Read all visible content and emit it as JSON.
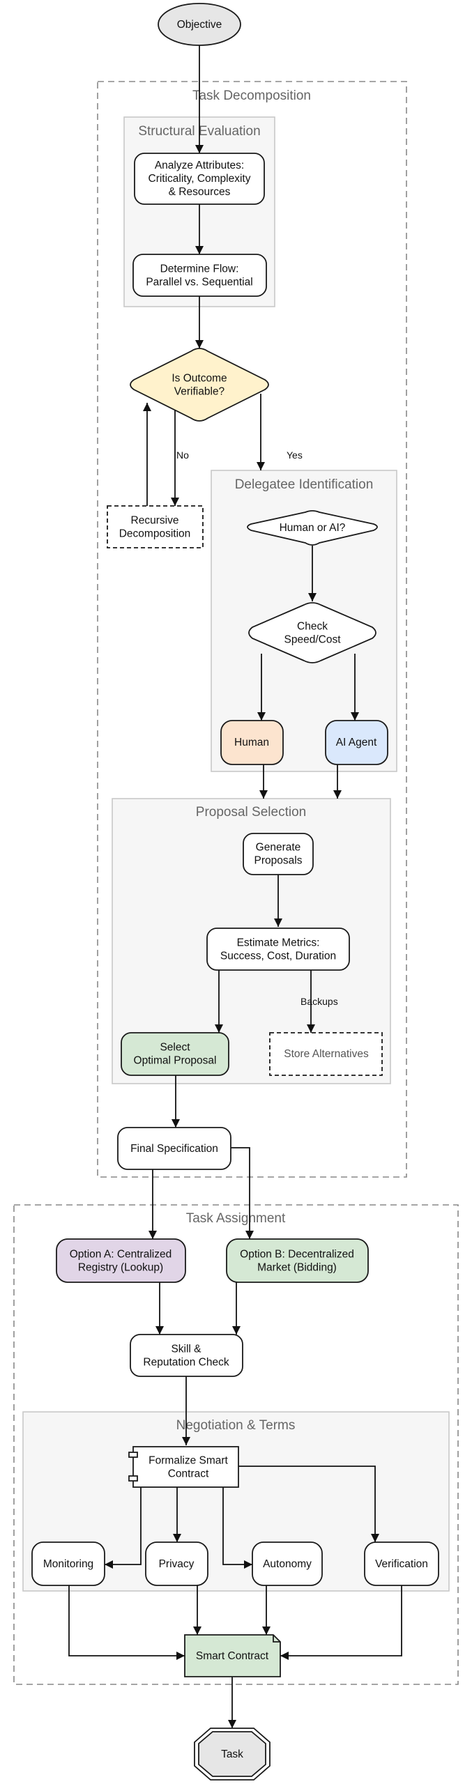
{
  "clusters": {
    "task_decomposition": "Task Decomposition",
    "structural_evaluation": "Structural Evaluation",
    "delegatee_identification": "Delegatee Identification",
    "proposal_selection": "Proposal Selection",
    "task_assignment": "Task Assignment",
    "negotiation_terms": "Negotiation & Terms"
  },
  "nodes": {
    "objective": [
      "Objective"
    ],
    "analyze_attributes": [
      "Analyze Attributes:",
      "Criticality, Complexity",
      "& Resources"
    ],
    "determine_flow": [
      "Determine Flow:",
      "Parallel vs. Sequential"
    ],
    "is_outcome_verifiable": [
      "Is Outcome",
      "Verifiable?"
    ],
    "recursive_decomposition": [
      "Recursive",
      "Decomposition"
    ],
    "human_or_ai": [
      "Human or AI?"
    ],
    "check_speed_cost": [
      "Check",
      "Speed/Cost"
    ],
    "human": [
      "Human"
    ],
    "ai_agent": [
      "AI Agent"
    ],
    "generate_proposals": [
      "Generate",
      "Proposals"
    ],
    "estimate_metrics": [
      "Estimate Metrics:",
      "Success, Cost, Duration"
    ],
    "select_optimal": [
      "Select",
      "Optimal Proposal"
    ],
    "store_alternatives": [
      "Store Alternatives"
    ],
    "final_specification": [
      "Final Specification"
    ],
    "option_a": [
      "Option A: Centralized",
      "Registry (Lookup)"
    ],
    "option_b": [
      "Option B: Decentralized",
      "Market (Bidding)"
    ],
    "skill_reputation": [
      "Skill &",
      "Reputation Check"
    ],
    "formalize_contract": [
      "Formalize Smart",
      "Contract"
    ],
    "monitoring": [
      "Monitoring"
    ],
    "privacy": [
      "Privacy"
    ],
    "autonomy": [
      "Autonomy"
    ],
    "verification": [
      "Verification"
    ],
    "smart_contract": [
      "Smart Contract"
    ],
    "task": [
      "Task"
    ]
  },
  "edge_labels": {
    "no": "No",
    "yes": "Yes",
    "backups": "Backups"
  },
  "colors": {
    "decision_fill": "#fff2cc",
    "human_fill": "#fce4cf",
    "ai_agent_fill": "#dae8fc",
    "green_fill": "#d5e8d4",
    "option_a_fill": "#e1d5e7",
    "objective_fill": "#e6e6e6"
  }
}
